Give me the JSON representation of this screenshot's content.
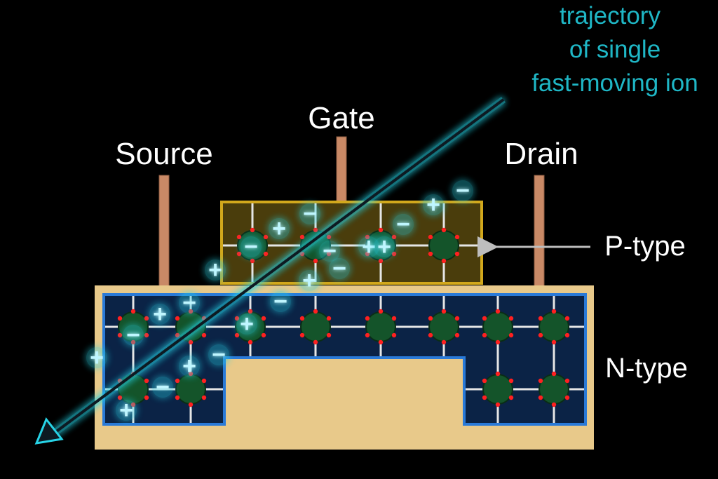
{
  "labels": {
    "gate": "Gate",
    "source": "Source",
    "drain": "Drain",
    "p_type": "P-type",
    "n_type": "N-type",
    "trajectory_line1": "trajectory",
    "trajectory_line2": "of single",
    "trajectory_line3": "fast-moving ion"
  },
  "symbols": {
    "positive": "+",
    "negative": "−"
  },
  "colors": {
    "background": "#000000",
    "substrate": "#e8c98a",
    "n_region_fill": "#0b2346",
    "n_region_border": "#2a7ad8",
    "p_region_fill": "#4a3d0c",
    "p_region_border": "#d2a81c",
    "lattice": "#e6e6e6",
    "atom": "#14542a",
    "dopant_dot": "#ff2020",
    "electrode": "#c98966",
    "ion_trajectory": "#27d3e6",
    "label_text": "#ffffff",
    "trajectory_text": "#1fb7c6",
    "pointer_arrow": "#bdbdbd"
  }
}
